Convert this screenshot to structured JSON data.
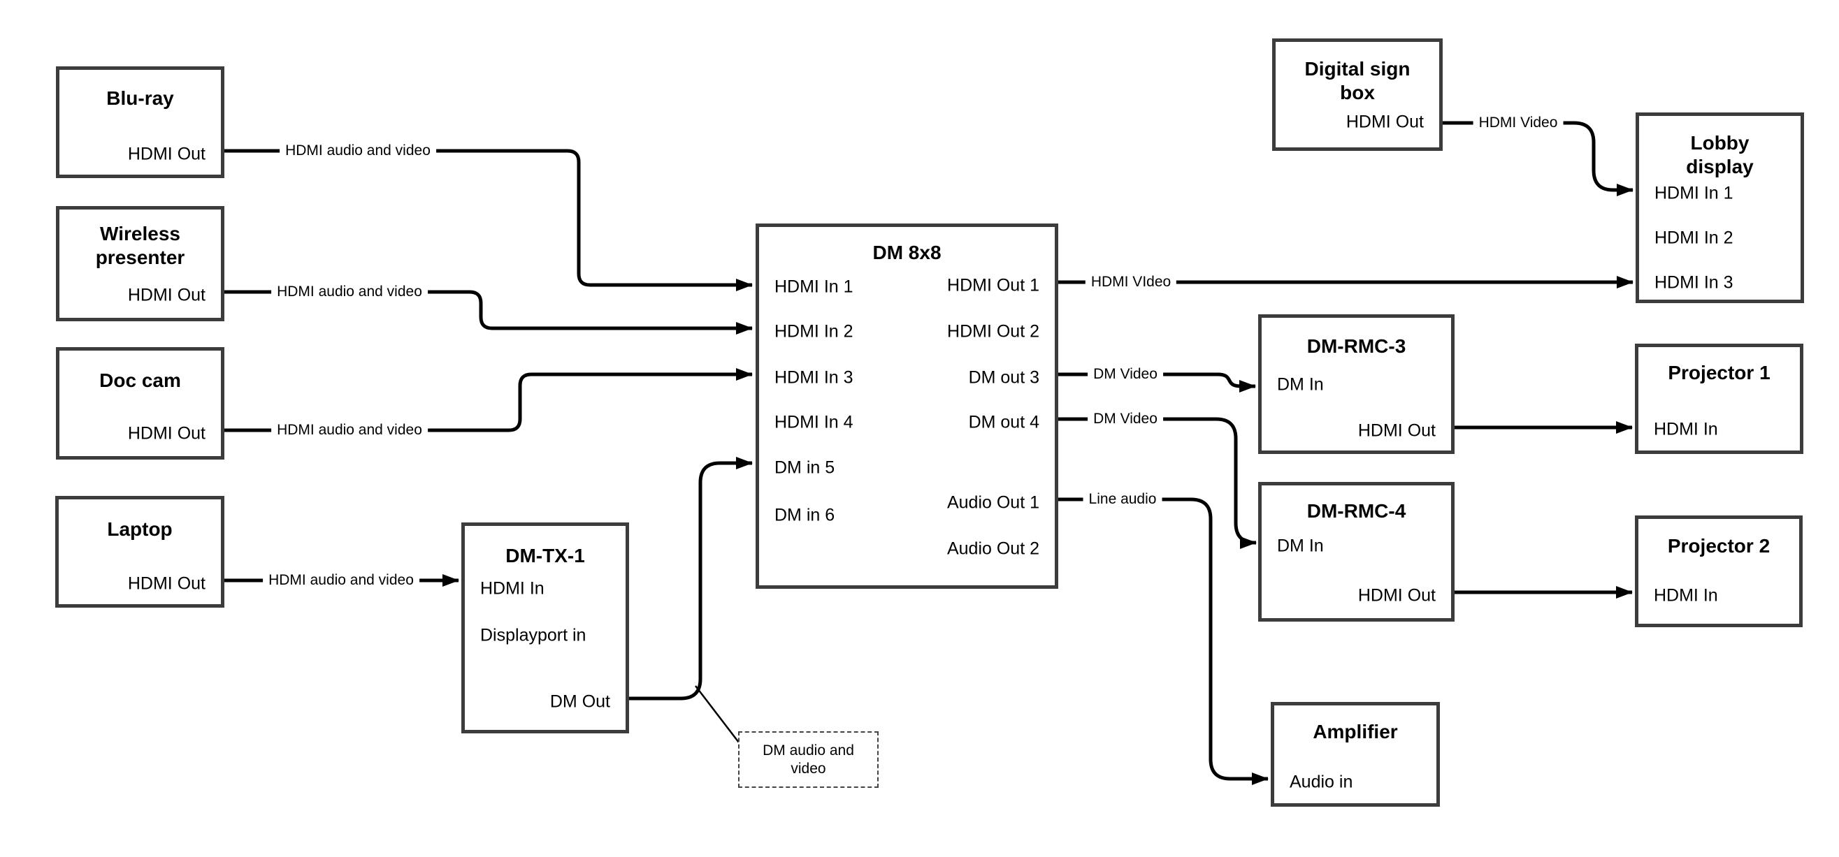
{
  "nodes": {
    "bluray": {
      "title": "Blu-ray",
      "out_port": "HDMI Out"
    },
    "wireless": {
      "title": "Wireless presenter",
      "out_port": "HDMI Out"
    },
    "doccam": {
      "title": "Doc cam",
      "out_port": "HDMI Out"
    },
    "laptop": {
      "title": "Laptop",
      "out_port": "HDMI Out"
    },
    "dmtx1": {
      "title": "DM-TX-1",
      "in_port1": "HDMI In",
      "in_port2": "Displayport in",
      "out_port": "DM Out"
    },
    "dm8x8": {
      "title": "DM 8x8",
      "inputs": [
        "HDMI In 1",
        "HDMI In 2",
        "HDMI In 3",
        "HDMI In 4",
        "DM in 5",
        "DM in 6"
      ],
      "outputs": [
        "HDMI Out 1",
        "HDMI Out 2",
        "DM out 3",
        "DM out 4",
        "Audio Out 1",
        "Audio Out 2"
      ]
    },
    "digitalsign": {
      "title": "Digital sign box",
      "out_port": "HDMI Out"
    },
    "lobby": {
      "title": "Lobby display",
      "inputs": [
        "HDMI In 1",
        "HDMI In 2",
        "HDMI In 3"
      ]
    },
    "dmrmc3": {
      "title": "DM-RMC-3",
      "in_port": "DM In",
      "out_port": "HDMI Out"
    },
    "proj1": {
      "title": "Projector 1",
      "in_port": "HDMI In"
    },
    "dmrmc4": {
      "title": "DM-RMC-4",
      "in_port": "DM In",
      "out_port": "HDMI Out"
    },
    "proj2": {
      "title": "Projector 2",
      "in_port": "HDMI In"
    },
    "amplifier": {
      "title": "Amplifier",
      "in_port": "Audio in"
    }
  },
  "connections": [
    {
      "from": "Blu-ray HDMI Out",
      "to": "DM 8x8 HDMI In 1",
      "label": "HDMI audio and video"
    },
    {
      "from": "Wireless presenter HDMI Out",
      "to": "DM 8x8 HDMI In 2",
      "label": "HDMI audio and video"
    },
    {
      "from": "Doc cam HDMI Out",
      "to": "DM 8x8 HDMI In 3",
      "label": "HDMI audio and video"
    },
    {
      "from": "Laptop HDMI Out",
      "to": "DM-TX-1 HDMI In",
      "label": "HDMI audio and video"
    },
    {
      "from": "DM-TX-1 DM Out",
      "to": "DM 8x8 DM in 5",
      "label": ""
    },
    {
      "from": "DM 8x8 HDMI Out 1",
      "to": "Lobby display HDMI In 3",
      "label": "HDMI VIdeo"
    },
    {
      "from": "DM 8x8 DM out 3",
      "to": "DM-RMC-3 DM In",
      "label": "DM Video"
    },
    {
      "from": "DM 8x8 DM out 4",
      "to": "DM-RMC-4 DM In",
      "label": "DM Video"
    },
    {
      "from": "DM 8x8 Audio Out 1",
      "to": "Amplifier Audio in",
      "label": "Line audio"
    },
    {
      "from": "Digital sign box HDMI Out",
      "to": "Lobby display HDMI In 1",
      "label": "HDMI Video"
    },
    {
      "from": "DM-RMC-3 HDMI Out",
      "to": "Projector 1 HDMI In",
      "label": ""
    },
    {
      "from": "DM-RMC-4 HDMI Out",
      "to": "Projector 2 HDMI In",
      "label": ""
    }
  ],
  "note": {
    "text": "DM audio and video"
  },
  "colors": {
    "background": "#ffffff",
    "wire": "#000000",
    "box_border": "#3c3c3c",
    "text": "#000000"
  }
}
